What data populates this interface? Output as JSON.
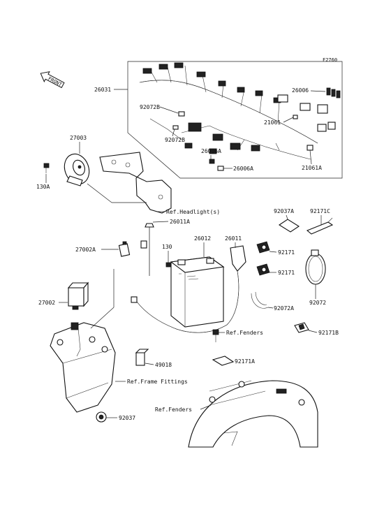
{
  "figure_code": "F2760",
  "front_label": "FRONT",
  "callouts": {
    "p26031": "26031",
    "p92072B_1": "92072B",
    "p92072B_2": "92072B",
    "p26006": "26006",
    "p21061": "21061",
    "p26006A_1": "26006A",
    "p26006A_2": "26006A",
    "p21061A": "21061A",
    "p27003": "27003",
    "p130A": "130A",
    "p26011A": "26011A",
    "p92037A": "92037A",
    "p92171C": "92171C",
    "p27002A": "27002A",
    "p130": "130",
    "p26012": "26012",
    "p26011": "26011",
    "p92171_1": "92171",
    "p92171_2": "92171",
    "p92072": "92072",
    "p27002": "27002",
    "p92072A": "92072A",
    "p92171B": "92171B",
    "p92171A": "92171A",
    "p49018": "49018",
    "p92037": "92037"
  },
  "references": {
    "headlight": "Ref.Headlight(s)",
    "fenders_1": "Ref.Fenders",
    "frame_fittings": "Ref.Frame Fittings",
    "fenders_2": "Ref.Fenders"
  }
}
